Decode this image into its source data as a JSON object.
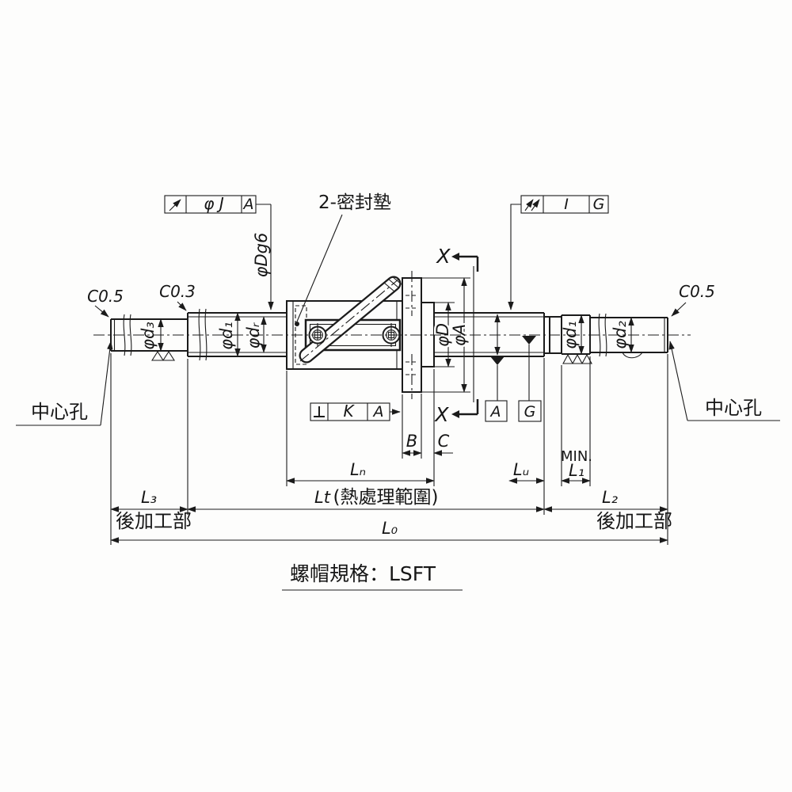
{
  "drawing": {
    "title": "螺帽規格：LSFT",
    "callouts": {
      "runout_left": {
        "symbol_name": "circular-runout-arrow",
        "tolerance": "φ J",
        "datum": "A"
      },
      "runout_right": {
        "symbol_name": "total-runout-arrows",
        "tolerance": "I",
        "datum": "G"
      },
      "perpendicularity": {
        "symbol_name": "perpendicularity-symbol",
        "tolerance": "K",
        "datum": "A"
      }
    },
    "datums": {
      "a": "A",
      "g": "G"
    },
    "labels": {
      "seal": "2-密封墊",
      "thread_od": "φDg6",
      "chamfer_left_tip": "C0.5",
      "chamfer_left_step": "C0.3",
      "chamfer_right_tip": "C0.5",
      "center_hole_left": "中心孔",
      "center_hole_right": "中心孔",
      "section_top": "X",
      "section_bottom": "X"
    },
    "diameters": {
      "d3": "φd₃",
      "d1_left": "φd₁",
      "dr": "φdᵣ",
      "D": "φD",
      "A": "φA",
      "d1_right": "φd₁",
      "d2": "φd₂"
    },
    "lengths": {
      "B": "B",
      "C": "C",
      "Ln": "Lₙ",
      "Lu": "Lᵤ",
      "min": "MIN.",
      "L1": "L₁",
      "L3": "L₃",
      "Lt_letter": "Lt",
      "Lt_range": "(熱處理範圍)",
      "L2": "L₂",
      "L0": "L₀"
    },
    "zones": {
      "post_machined_left": "後加工部",
      "post_machined_right": "後加工部"
    }
  }
}
